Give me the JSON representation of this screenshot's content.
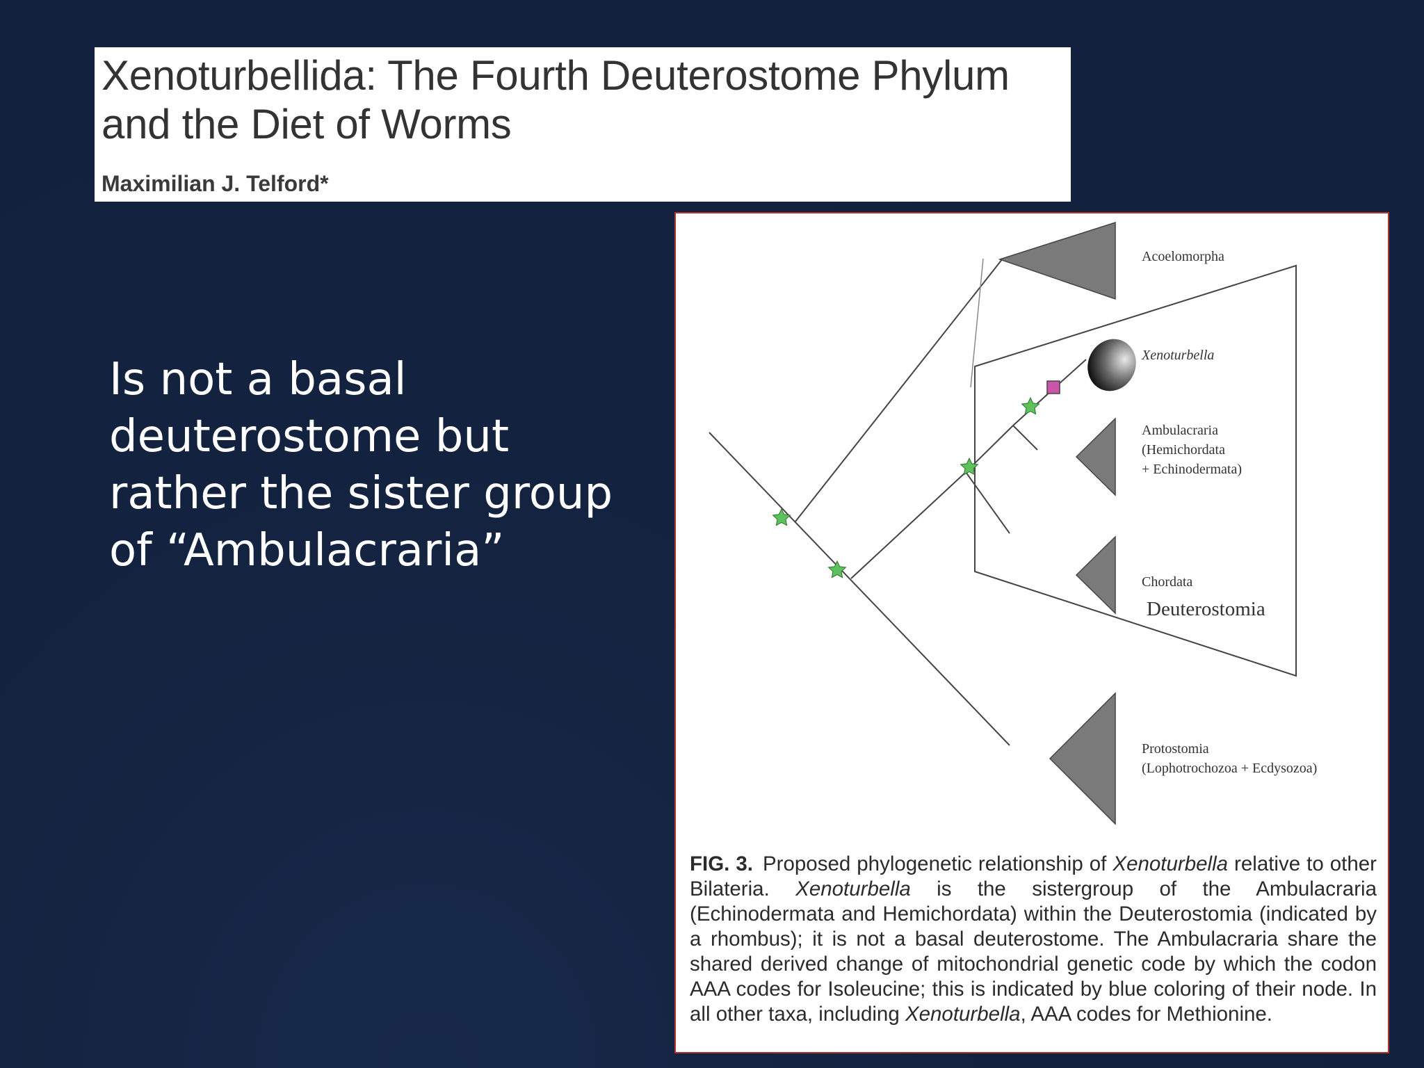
{
  "paper": {
    "title_line1": "Xenoturbellida: The Fourth Deuterostome Phylum",
    "title_line2": "and the Diet of Worms",
    "author": "Maximilian J. Telford*"
  },
  "claim_text": "Is not a basal\ndeuterostome but\nrather the sister group\nof “Ambulacraria”",
  "figure": {
    "taxa": {
      "acoelomorpha": "Acoelomorpha",
      "xenoturbella": "Xenoturbella",
      "ambulacraria_1": "Ambulacraria",
      "ambulacraria_2": "(Hemichordata",
      "ambulacraria_3": "+ Echinodermata)",
      "chordata": "Chordata",
      "deuterostomia": "Deuterostomia",
      "protostomia_1": "Protostomia",
      "protostomia_2": "(Lophotrochozoa + Ecdysozoa)"
    },
    "colors": {
      "star": "#5cc25c",
      "rhombus": "#cc55aa",
      "clade": "#7a7a7a",
      "frame": "#b0352e"
    },
    "caption": {
      "label": "FIG. 3.",
      "s1": "Proposed phylogenetic relationship of ",
      "s2": "Xenoturbella",
      "s3": " relative to other Bilateria. ",
      "s4": "Xenoturbella",
      "s5": " is the sistergroup of the Ambulacraria (Echinodermata and Hemichordata) within the Deuterostomia (indicated by a rhombus); it is not a basal deuterostome. The Ambulacraria share the shared derived change of mitochondrial genetic code by which the codon AAA codes for Isoleucine; this is indicated by blue coloring of their node. In all other taxa, including ",
      "s6": "Xenoturbella",
      "s7": ", AAA codes for Methionine."
    }
  }
}
